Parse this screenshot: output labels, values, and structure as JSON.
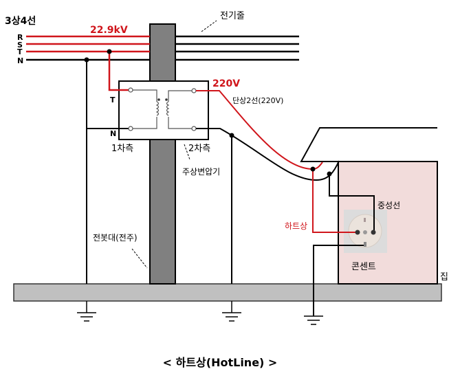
{
  "labels": {
    "system": "3상4선",
    "phase_r": "R",
    "phase_s": "S",
    "phase_t": "T",
    "phase_n": "N",
    "high_voltage": "22.9kV",
    "power_line": "전기줄",
    "low_voltage": "220V",
    "single_phase": "단상2선(220V)",
    "tr_t": "T",
    "tr_n": "N",
    "primary": "1차측",
    "secondary": "2차측",
    "transformer": "주상변압기",
    "pole": "전봇대(전주)",
    "hot_line": "하트상",
    "neutral": "중성선",
    "outlet": "콘센트",
    "house": "집",
    "title": "< 하트상(HotLine) >"
  },
  "colors": {
    "hot": "#d0151b",
    "pole": "#808080",
    "house": "#f2dcdb",
    "ground_bar": "#c0c0c0"
  }
}
